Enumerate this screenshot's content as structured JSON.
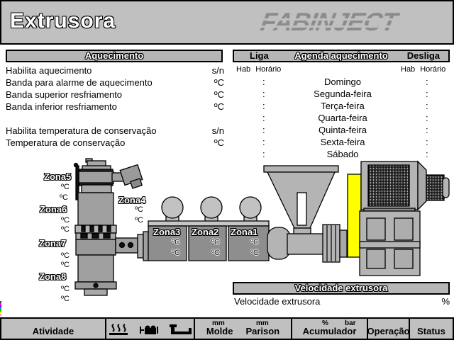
{
  "colors": {
    "chrome_gray": "#c0c0c0",
    "section_bar_gray": "#b6b6b6",
    "machine_gray": "#b4b4b4",
    "zone_box_gray": "#8e8e8e",
    "belt_guard_yellow": "#ffff00",
    "logo_gray": "#8c8c8c"
  },
  "header": {
    "title": "Extrusora",
    "logo": "FABINJECT"
  },
  "aquecimento": {
    "title": "Aquecimento",
    "rows": [
      {
        "label": "Habilita aquecimento",
        "unit": "s/n"
      },
      {
        "label": "Banda para alarme de aquecimento",
        "unit": "ºC"
      },
      {
        "label": "Banda superior resfriamento",
        "unit": "ºC"
      },
      {
        "label": "Banda inferior resfriamento",
        "unit": "ºC"
      },
      {
        "label": "Habilita temperatura de conservação",
        "unit": "s/n"
      },
      {
        "label": "Temperatura de conservação",
        "unit": "ºC"
      }
    ]
  },
  "agenda": {
    "title": "Agenda aquecimento",
    "liga_label": "Liga",
    "desliga_label": "Desliga",
    "hab_label": "Hab",
    "horario_label": "Horário",
    "time_separator": ":",
    "days": [
      "Domingo",
      "Segunda-feira",
      "Terça-feira",
      "Quarta-feira",
      "Quinta-feira",
      "Sexta-feira",
      "Sábado"
    ]
  },
  "zones": {
    "names": [
      "Zona1",
      "Zona2",
      "Zona3",
      "Zona4",
      "Zona5",
      "Zona6",
      "Zona7",
      "Zona8"
    ],
    "unit": "ºC"
  },
  "velocidade": {
    "title": "Velocidade extrusora",
    "label": "Velocidade extrusora",
    "unit": "%"
  },
  "bottom_bar": {
    "atividade": "Atividade",
    "icons": [
      "heater-icon",
      "extruder-icon",
      "mold-icon"
    ],
    "molde": {
      "unit": "mm",
      "label": "Molde"
    },
    "parison": {
      "unit": "mm",
      "label": "Parison"
    },
    "acumulador": {
      "unit_percent": "%",
      "unit_bar": "bar",
      "label": "Acumulador"
    },
    "operacao": "Operação",
    "status": "Status"
  }
}
